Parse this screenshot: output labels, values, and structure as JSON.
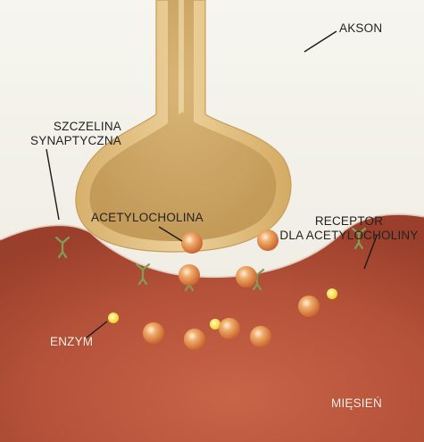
{
  "labels": {
    "axon": "AKSON",
    "cleft_line1": "SZCZELINA",
    "cleft_line2": "SYNAPTYCZNA",
    "neurotransmitter": "ACETYLOCHOLINA",
    "receptor_line1": "RECEPTOR",
    "receptor_line2": "DLA ACETYLOCHOLINY",
    "enzyme": "ENZYM",
    "muscle": "MIĘSIEŃ"
  },
  "colors": {
    "muscle": "#b8553c",
    "cleft": "#f3f1ea",
    "axon_membrane": "#e6c485",
    "axon_interior": "#cda564",
    "vesicle": "#e39a5c",
    "enzyme": "#f2df35",
    "receptor": "#9fbe7a"
  }
}
